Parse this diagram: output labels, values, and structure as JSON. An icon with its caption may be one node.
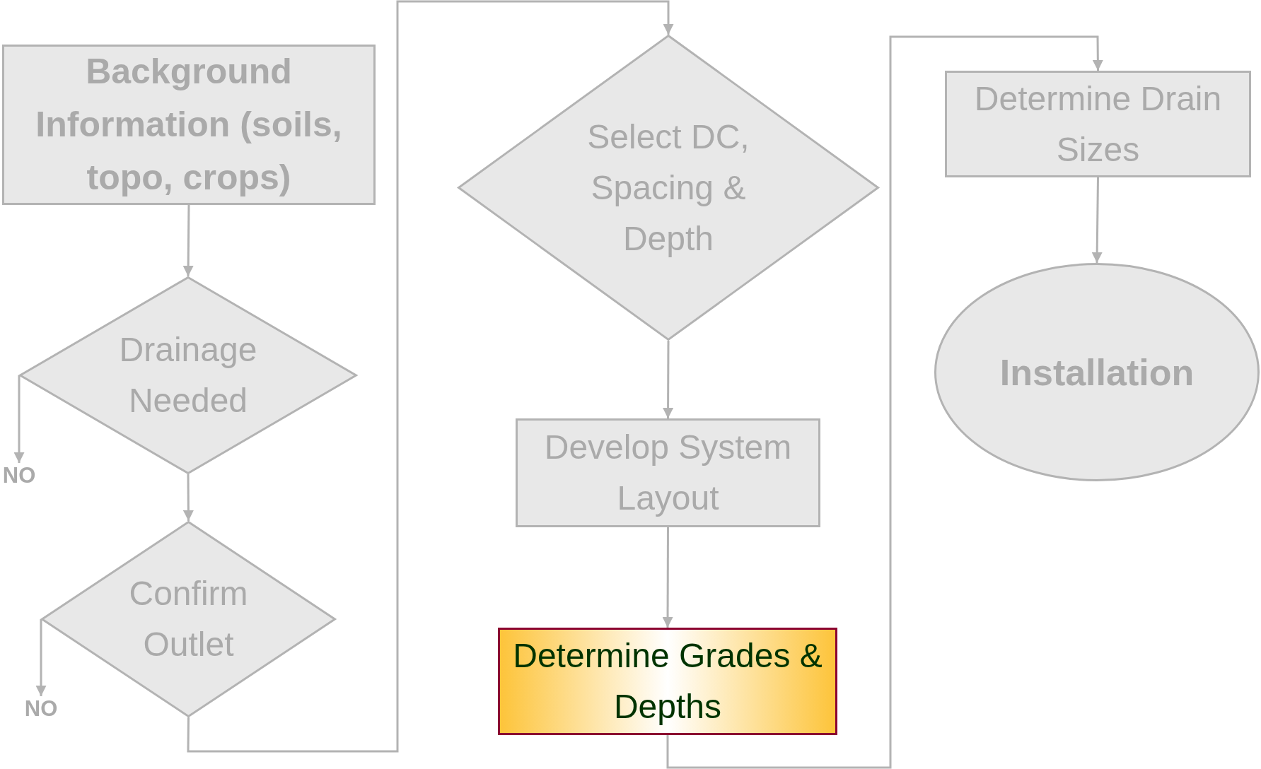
{
  "diagram": {
    "nodes": [
      {
        "text": [
          "Background Information (soils, topo, crops)"
        ]
      },
      {
        "text": [
          "Drainage Needed"
        ]
      },
      {
        "text": [
          "NO"
        ]
      },
      {
        "text": [
          "Confirm Outlet"
        ]
      },
      {
        "text": [
          "NO"
        ]
      },
      {
        "text": [
          "Select DC, Spacing & Depth"
        ]
      },
      {
        "text": [
          "Develop System Layout"
        ]
      },
      {
        "text": [
          "Determine Grades & Depths"
        ]
      },
      {
        "text": [
          "Determine Drain Sizes"
        ]
      },
      {
        "text": [
          "Installation"
        ]
      }
    ],
    "edges": [
      {
        "from": 0,
        "to": 1,
        "arrow": "to"
      },
      {
        "from": 1,
        "to": 2,
        "arrow": "to"
      },
      {
        "from": 1,
        "to": 3,
        "arrow": "to"
      },
      {
        "from": 3,
        "to": 4,
        "arrow": "to"
      },
      {
        "from": 3,
        "to": 5,
        "arrow": "to"
      },
      {
        "from": 5,
        "to": 6,
        "arrow": "to"
      },
      {
        "from": 6,
        "to": 7,
        "arrow": "to"
      },
      {
        "from": 7,
        "to": 8,
        "arrow": "to"
      },
      {
        "from": 8,
        "to": 9,
        "arrow": "to"
      }
    ]
  }
}
